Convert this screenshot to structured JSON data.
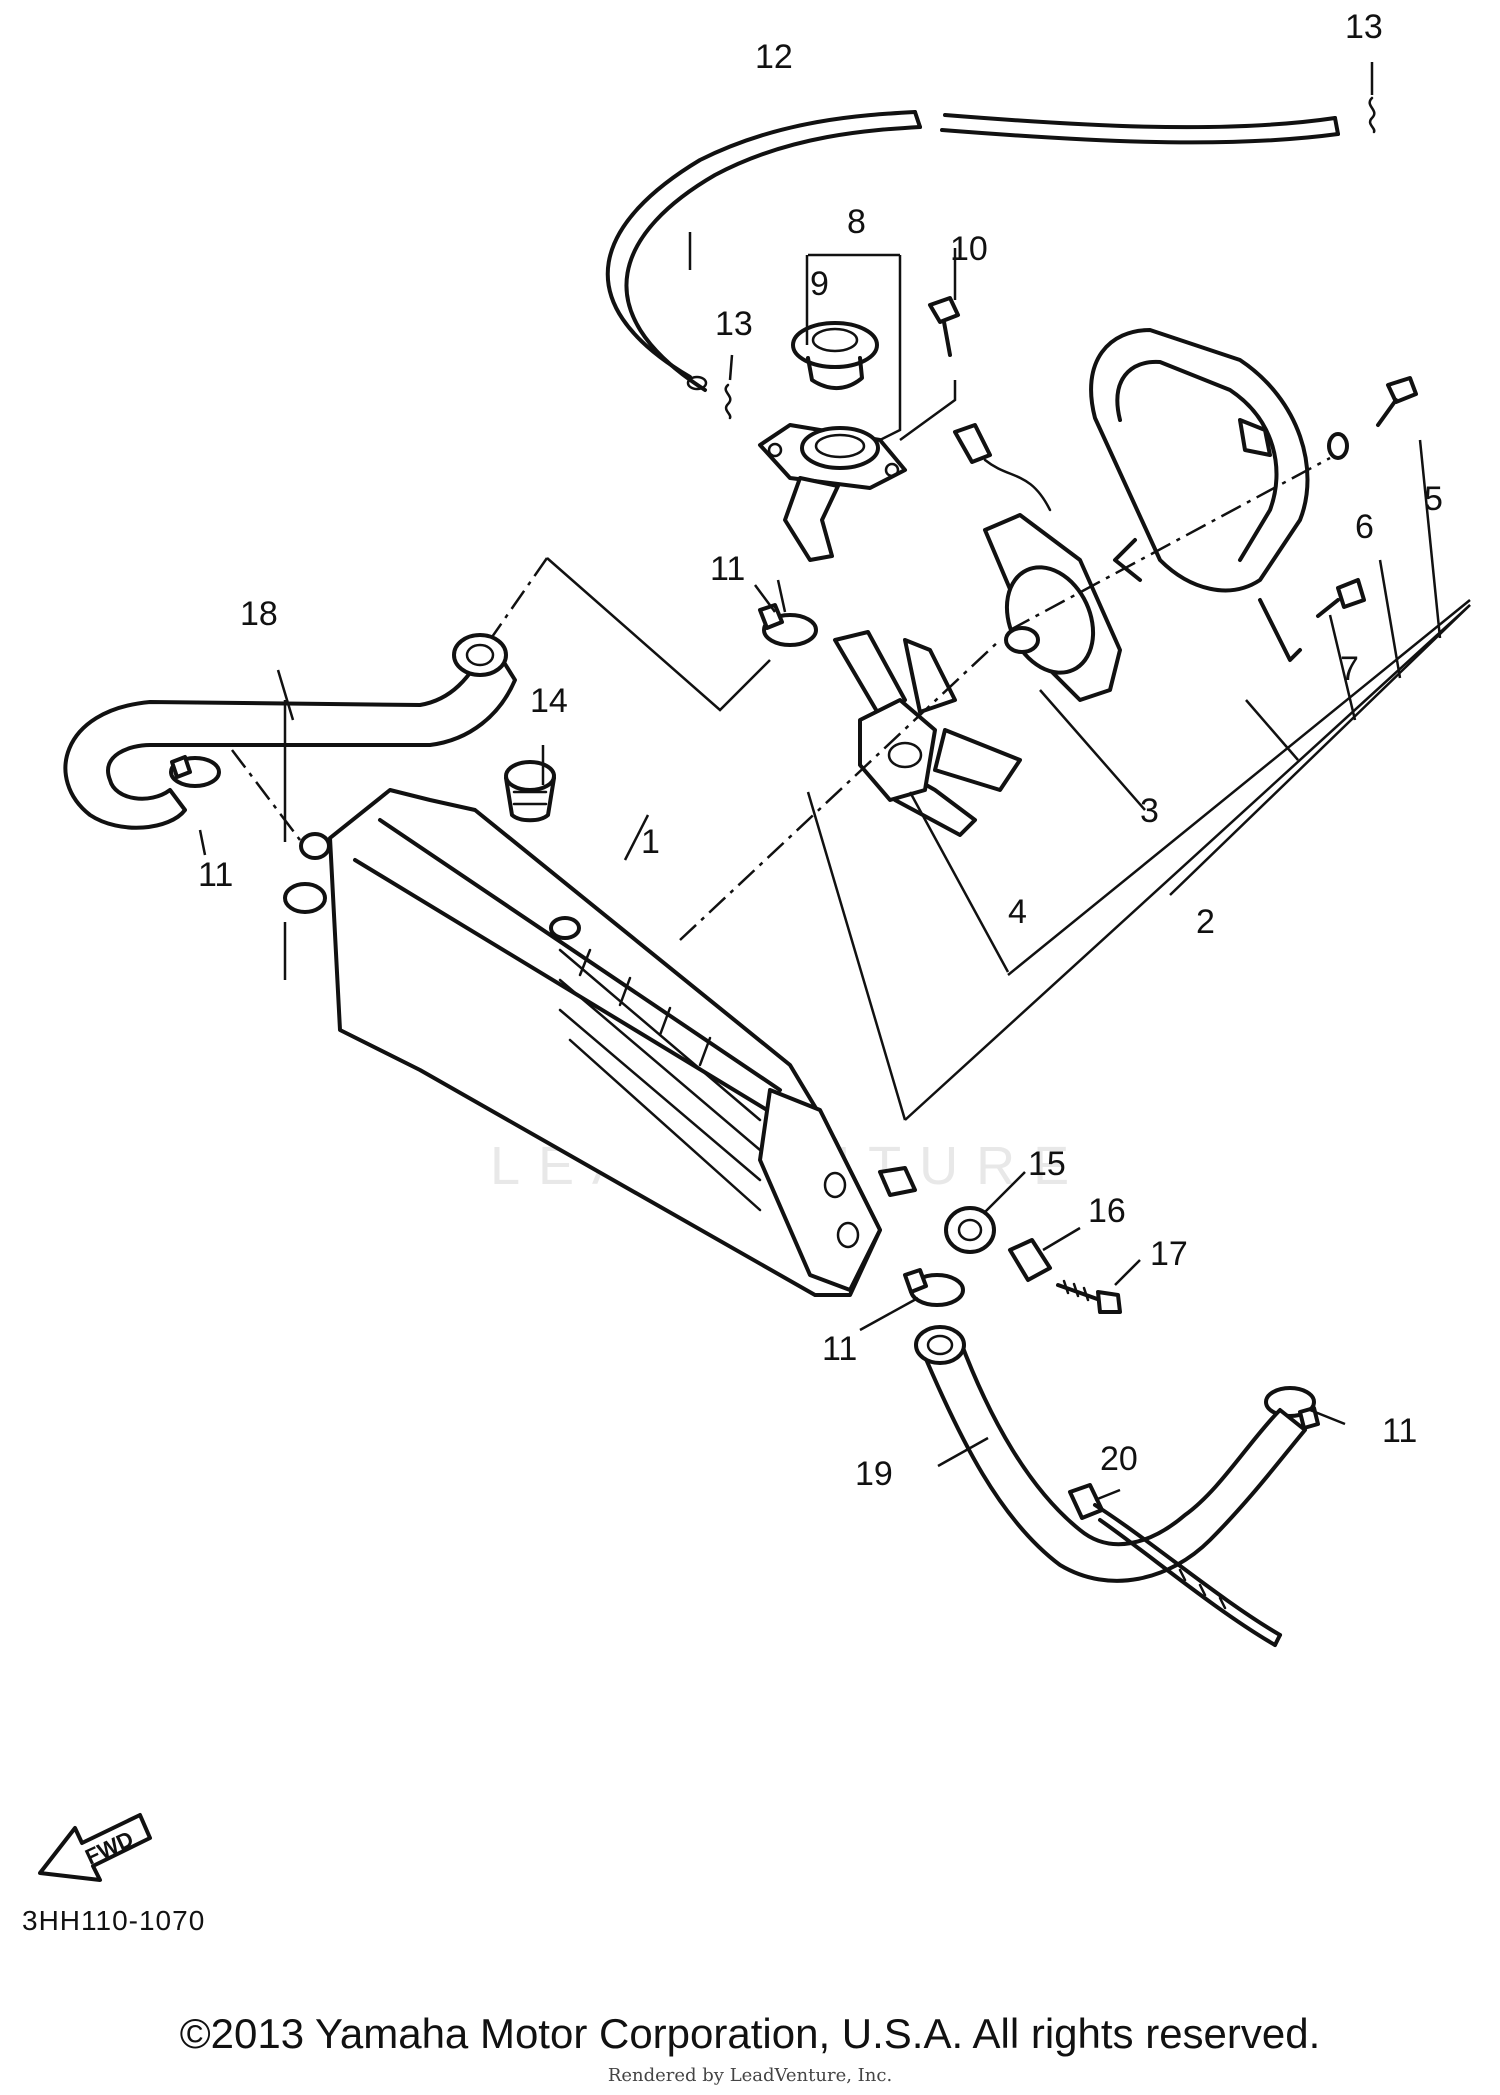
{
  "diagram": {
    "callouts": [
      {
        "id": "c1",
        "text": "1"
      },
      {
        "id": "c2",
        "text": "2"
      },
      {
        "id": "c3",
        "text": "3"
      },
      {
        "id": "c4",
        "text": "4"
      },
      {
        "id": "c5",
        "text": "5"
      },
      {
        "id": "c6",
        "text": "6"
      },
      {
        "id": "c7",
        "text": "7"
      },
      {
        "id": "c8",
        "text": "8"
      },
      {
        "id": "c9",
        "text": "9"
      },
      {
        "id": "c10",
        "text": "10"
      },
      {
        "id": "c11a",
        "text": "11"
      },
      {
        "id": "c11b",
        "text": "11"
      },
      {
        "id": "c11c",
        "text": "11"
      },
      {
        "id": "c11d",
        "text": "11"
      },
      {
        "id": "c12",
        "text": "12"
      },
      {
        "id": "c13a",
        "text": "13"
      },
      {
        "id": "c13b",
        "text": "13"
      },
      {
        "id": "c14",
        "text": "14"
      },
      {
        "id": "c15",
        "text": "15"
      },
      {
        "id": "c16",
        "text": "16"
      },
      {
        "id": "c17",
        "text": "17"
      },
      {
        "id": "c18",
        "text": "18"
      },
      {
        "id": "c19",
        "text": "19"
      },
      {
        "id": "c20",
        "text": "20"
      }
    ],
    "fwd_label": "FWD",
    "watermark": "LEADVENTURE"
  },
  "footer": {
    "diagram_code": "3HH110-1070",
    "copyright": "©2013 Yamaha Motor Corporation, U.S.A. All rights reserved.",
    "rendered_by": "Rendered by LeadVenture, Inc."
  }
}
